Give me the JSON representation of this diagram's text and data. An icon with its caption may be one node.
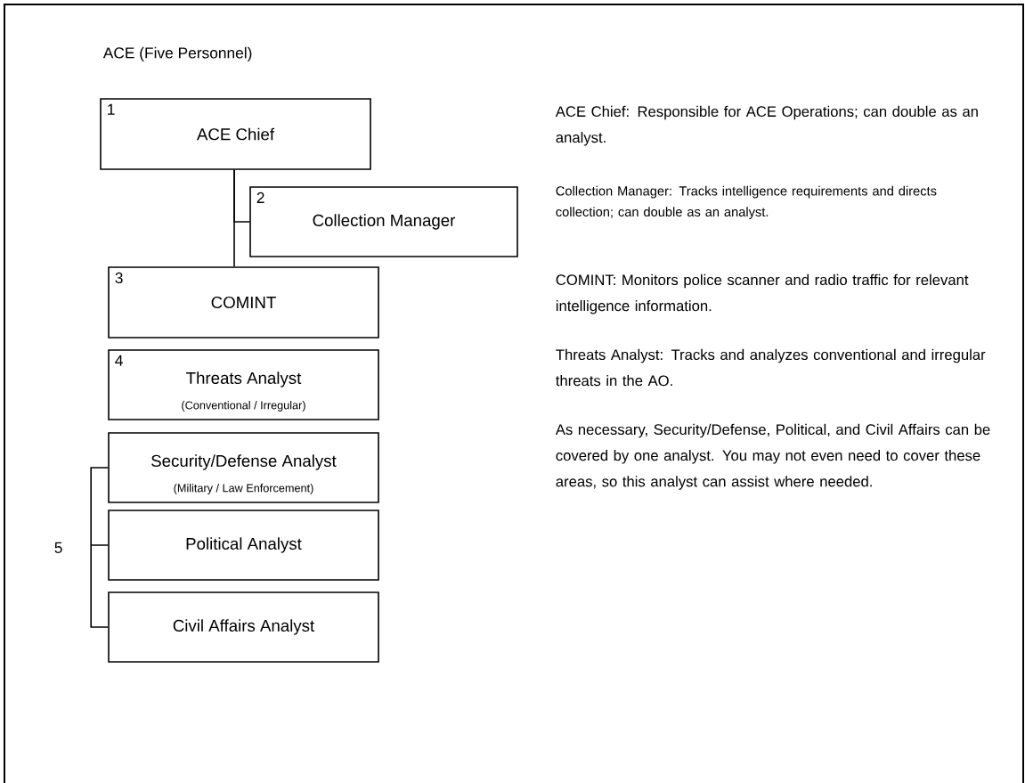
{
  "diagram": {
    "title": "ACE (Five Personnel)",
    "nodes": [
      {
        "text": [
          "1",
          "ACE Chief"
        ]
      },
      {
        "text": [
          "2",
          "Collection Manager"
        ]
      },
      {
        "text": [
          "3",
          "COMINT"
        ]
      },
      {
        "text": [
          "4",
          "Threats Analyst",
          "(Conventional / Irregular)"
        ]
      },
      {
        "text": [
          "Security/Defense Analyst",
          "(Military / Law Enforcement)"
        ]
      },
      {
        "text": [
          "Political Analyst"
        ]
      },
      {
        "text": [
          "Civil Affairs Analyst"
        ]
      }
    ],
    "edges": [
      {
        "from": 0,
        "to": 2,
        "arrow": "none"
      },
      {
        "from": 0,
        "to": 1,
        "arrow": "none"
      }
    ],
    "labels": [
      "ACE Chief: Responsible for ACE Operations; can double as an analyst.",
      "Collection Manager: Tracks intelligence requirements and directs collection; can double as an analyst.",
      "COMINT: Monitors police scanner and radio traffic for relevant intelligence information.",
      "Threats Analyst: Tracks and analyzes conventional and irregular threats in the AO.",
      "As necessary, Security/Defense, Political, and Civil Affairs can be covered by one analyst.  You may not even need to cover these areas, so this analyst can assist where needed.",
      "5"
    ]
  }
}
